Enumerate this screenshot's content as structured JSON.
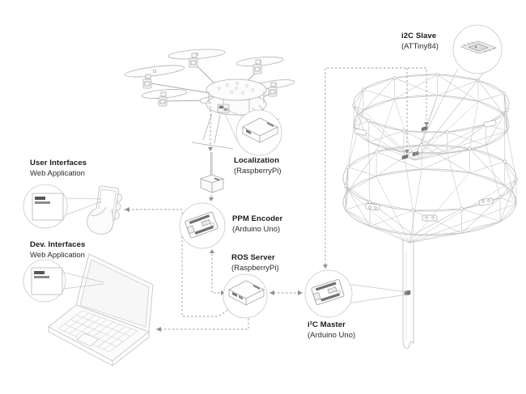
{
  "labels": {
    "i2c_slave": {
      "title": "i2C Slave",
      "subtitle": "(ATTiny84)"
    },
    "localization": {
      "title": "Localization",
      "subtitle": "(RaspberryPi)"
    },
    "user_interfaces": {
      "title": "User Interfaces",
      "subtitle": "Web Application"
    },
    "dev_interfaces": {
      "title": "Dev. Interfaces",
      "subtitle": "Web Application"
    },
    "ppm_encoder": {
      "title": "PPM Encoder",
      "subtitle": "(Arduino Uno)"
    },
    "ros_server": {
      "title": "ROS Server",
      "subtitle": "(RaspberryPi)"
    },
    "i2c_master": {
      "title": "i²C Master",
      "subtitle": "(Arduino Uno)"
    }
  },
  "colors": {
    "background": "#ffffff",
    "sketch_line": "#b5b5b5",
    "dashed_line": "#999999",
    "label_text": "#1a1a1a",
    "detail_dark": "#6e6e6e"
  }
}
